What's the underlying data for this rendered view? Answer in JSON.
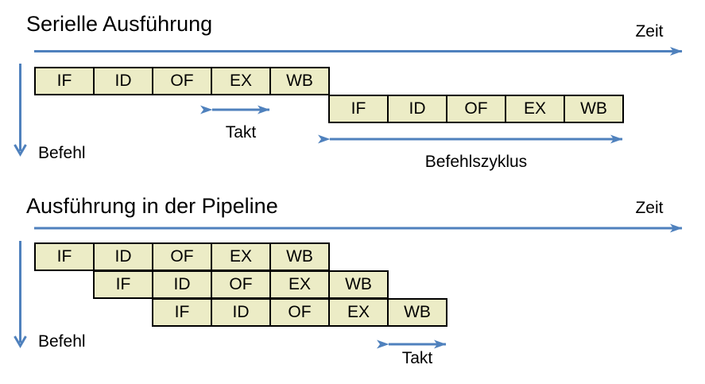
{
  "colors": {
    "accent_blue": "#4f81bd",
    "box_fill": "#ececc6",
    "box_border": "#000000"
  },
  "serial": {
    "title": "Serielle Ausführung",
    "time_label": "Zeit",
    "instruction_label": "Befehl",
    "clock_label": "Takt",
    "cycle_label": "Befehlszyklus",
    "rows": [
      {
        "cells": [
          "IF",
          "ID",
          "OF",
          "EX",
          "WB"
        ]
      },
      {
        "cells": [
          "IF",
          "ID",
          "OF",
          "EX",
          "WB"
        ]
      }
    ]
  },
  "pipeline": {
    "title": "Ausführung in der Pipeline",
    "time_label": "Zeit",
    "instruction_label": "Befehl",
    "clock_label": "Takt",
    "rows": [
      {
        "cells": [
          "IF",
          "ID",
          "OF",
          "EX",
          "WB"
        ]
      },
      {
        "cells": [
          "IF",
          "ID",
          "OF",
          "EX",
          "WB"
        ]
      },
      {
        "cells": [
          "IF",
          "ID",
          "OF",
          "EX",
          "WB"
        ]
      }
    ]
  }
}
